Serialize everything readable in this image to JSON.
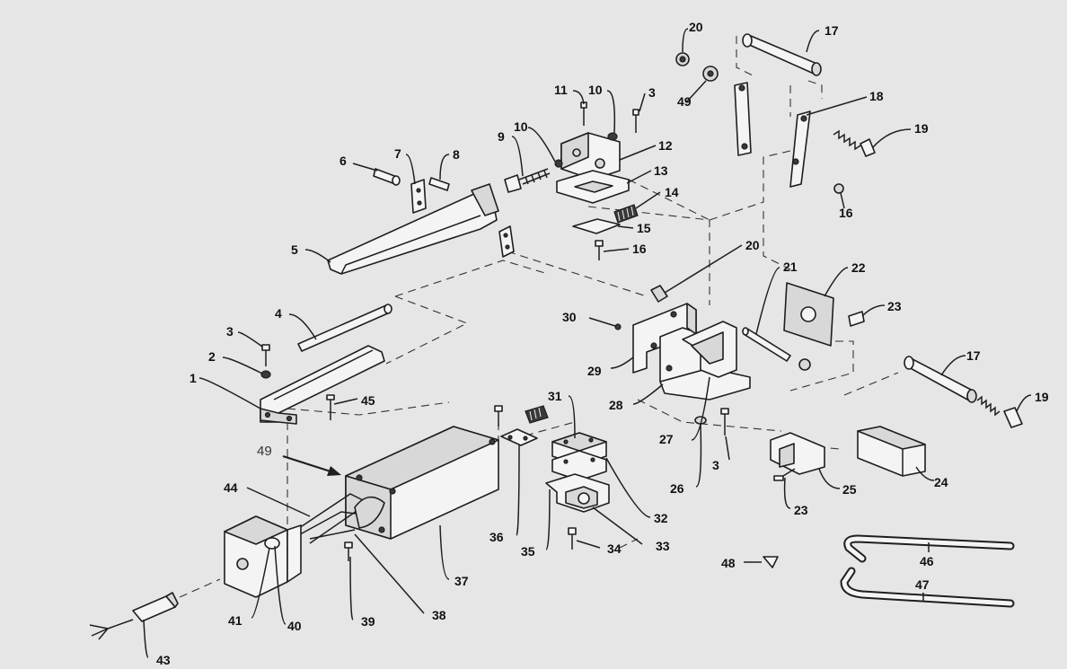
{
  "figure": "exploded parts diagram",
  "labels": {
    "p1": "1",
    "p2": "2",
    "p3a": "3",
    "p3b": "3",
    "p3c": "3",
    "p4": "4",
    "p5": "5",
    "p6": "6",
    "p7": "7",
    "p8": "8",
    "p9": "9",
    "p10a": "10",
    "p10b": "10",
    "p11": "11",
    "p12": "12",
    "p13": "13",
    "p14": "14",
    "p15": "15",
    "p16a": "16",
    "p16b": "16",
    "p17a": "17",
    "p17b": "17",
    "p18": "18",
    "p19a": "19",
    "p19b": "19",
    "p20a": "20",
    "p20b": "20",
    "p21": "21",
    "p22": "22",
    "p23a": "23",
    "p23b": "23",
    "p24": "24",
    "p25": "25",
    "p26": "26",
    "p27": "27",
    "p28": "28",
    "p29": "29",
    "p30": "30",
    "p31": "31",
    "p32": "32",
    "p33": "33",
    "p34": "34",
    "p35": "35",
    "p36": "36",
    "p37": "37",
    "p38": "38",
    "p39": "39",
    "p40": "40",
    "p41": "41",
    "p43": "43",
    "p44": "44",
    "p45": "45",
    "p46": "46",
    "p47": "47",
    "p48": "48",
    "p49a": "49",
    "p49b": "49"
  }
}
